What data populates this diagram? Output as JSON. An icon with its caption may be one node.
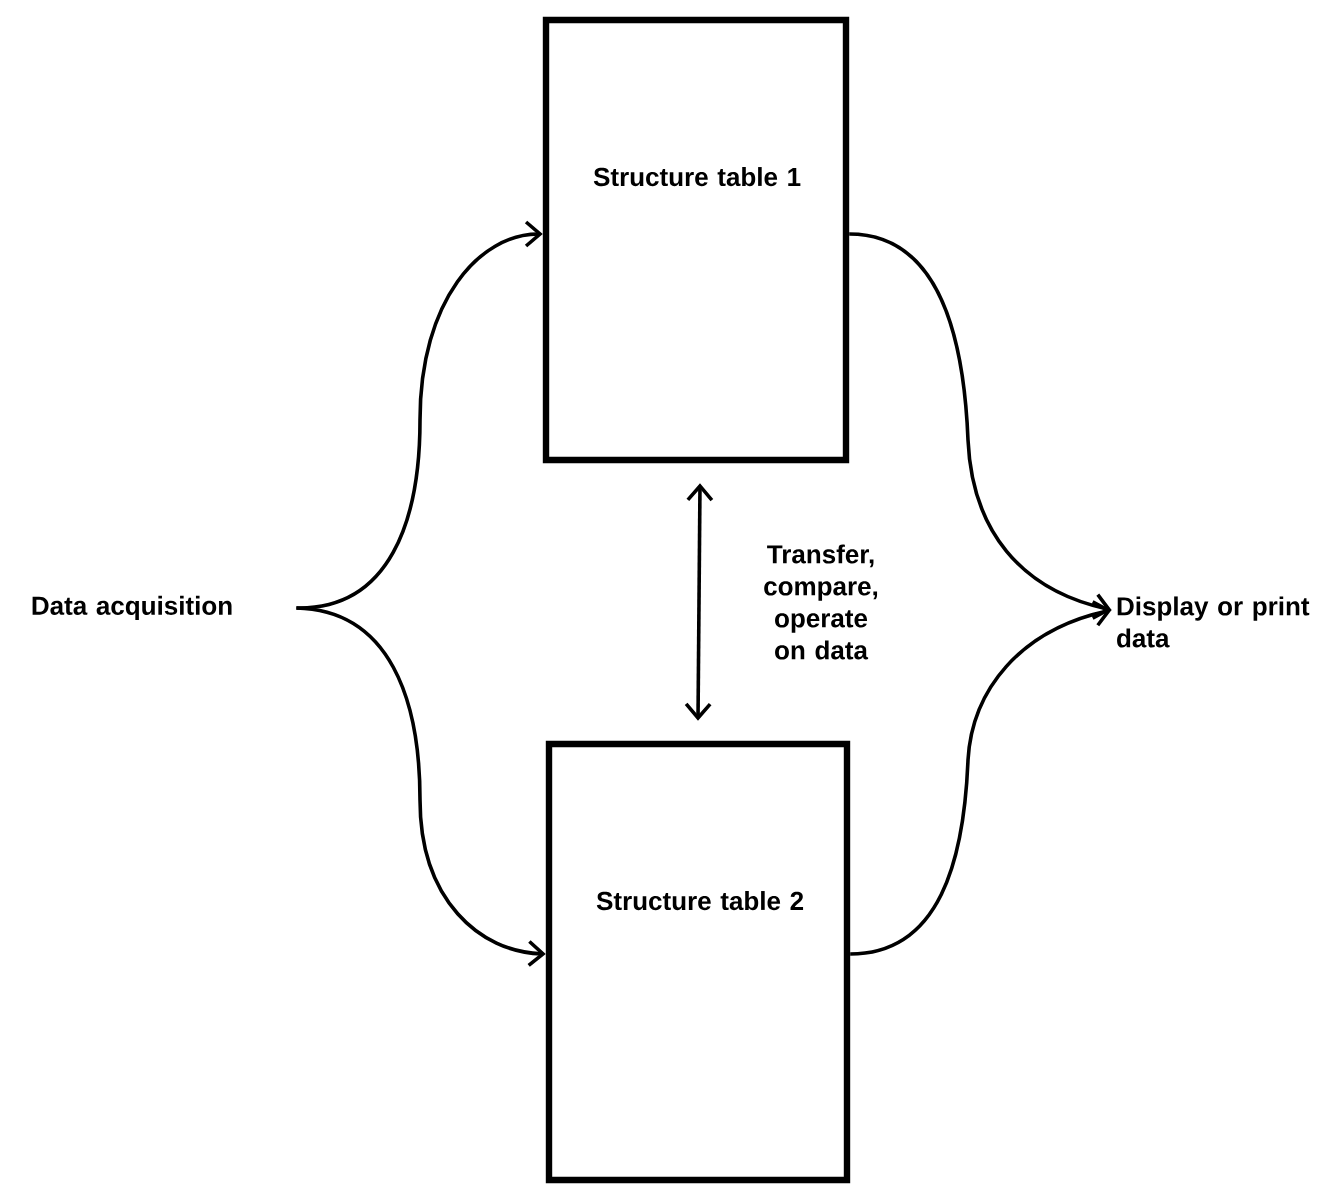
{
  "diagram": {
    "nodes": [
      {
        "text": [
          "Data acquisition"
        ]
      },
      {
        "text": [
          "Structure table 1"
        ]
      },
      {
        "text": [
          "Structure table 2"
        ]
      },
      {
        "text": [
          "Display or print data"
        ]
      }
    ],
    "edges": [
      {
        "from": 0,
        "to": 1,
        "arrow": "to"
      },
      {
        "from": 0,
        "to": 2,
        "arrow": "to"
      },
      {
        "from": 1,
        "to": 2,
        "arrow": "both",
        "label": "Transfer, compare, operate on data"
      },
      {
        "from": 1,
        "to": 3,
        "arrow": "to"
      },
      {
        "from": 2,
        "to": 3,
        "arrow": "to"
      }
    ]
  }
}
